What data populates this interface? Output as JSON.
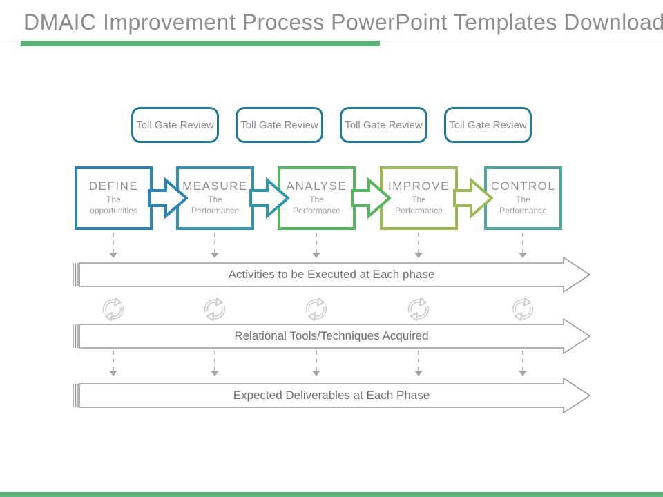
{
  "title": "DMAIC Improvement Process PowerPoint Templates Download",
  "colors": {
    "accent_green": "#5db377",
    "title_gray": "#8d8d8d",
    "tollgate_border": "#24789a",
    "bar_outline": "#9a9a9a",
    "bar_text": "#6f6f6f",
    "connector_gray": "#b5b5b5",
    "refresh_icon_gray": "#cbcbcb"
  },
  "toll_gates": [
    {
      "label": "Toll Gate Review"
    },
    {
      "label": "Toll Gate Review"
    },
    {
      "label": "Toll Gate Review"
    },
    {
      "label": "Toll Gate Review"
    }
  ],
  "phases": [
    {
      "name": "DEFINE",
      "sub_line1": "The",
      "sub_line2": "opportunities",
      "color": "#2d83b4"
    },
    {
      "name": "MEASURE",
      "sub_line1": "The",
      "sub_line2": "Performance",
      "color": "#2d96ad"
    },
    {
      "name": "ANALYSE",
      "sub_line1": "The",
      "sub_line2": "Performance",
      "color": "#55b45e"
    },
    {
      "name": "IMPROVE",
      "sub_line1": "The",
      "sub_line2": "Performance",
      "color": "#9cb957"
    },
    {
      "name": "CONTROL",
      "sub_line1": "The",
      "sub_line2": "Performance",
      "color": "#4ea7a3"
    }
  ],
  "flow_bars": [
    {
      "label": "Activities to be Executed at Each phase"
    },
    {
      "label": "Relational Tools/Techniques Acquired"
    },
    {
      "label": "Expected Deliverables at Each Phase"
    }
  ],
  "icons": {
    "refresh": "circular-refresh-arrows",
    "phase_arrow": "right-block-arrow",
    "connector": "dashed-down-arrow"
  }
}
